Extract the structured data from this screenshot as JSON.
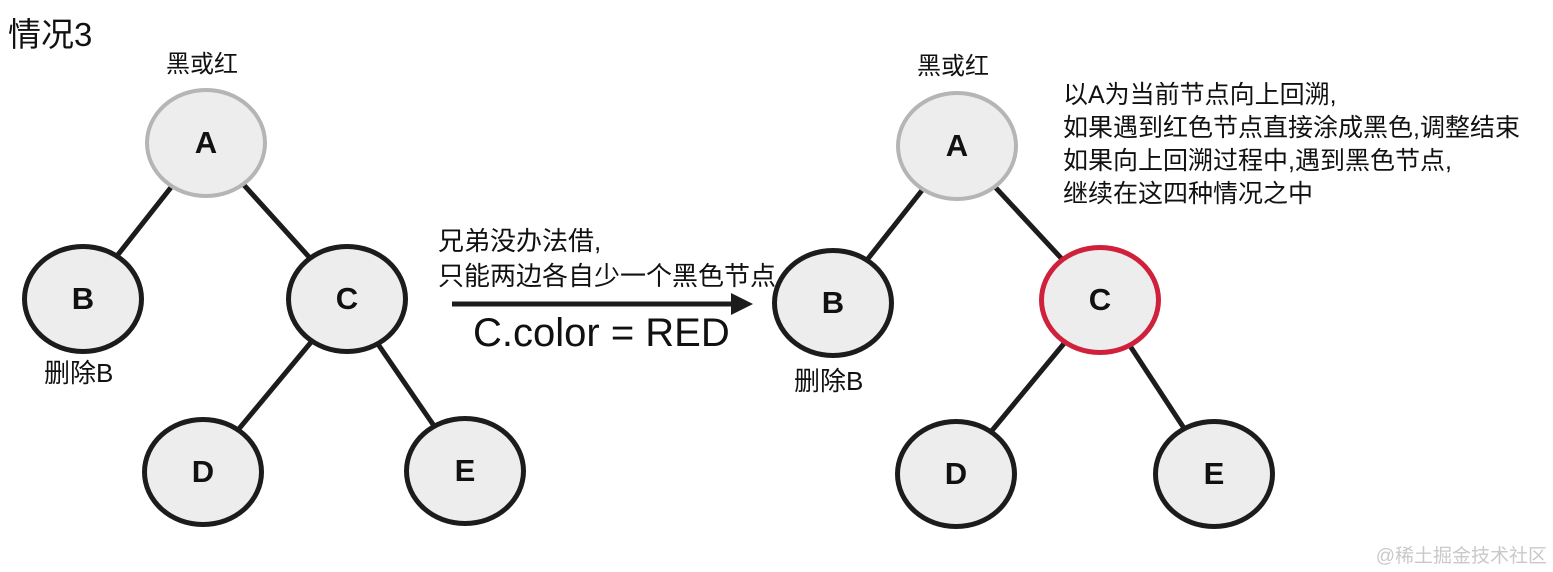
{
  "title": "情况3",
  "colors": {
    "node_fill": "#ededed",
    "black_border": "#1c1c1c",
    "gray_border": "#b5b5b5",
    "red_border": "#d0213c",
    "edge": "#1c1c1c",
    "watermark": "#c9c9c9"
  },
  "left_tree": {
    "top_label": "黑或红",
    "delete_label": "删除B",
    "nodes": {
      "a": "A",
      "b": "B",
      "c": "C",
      "d": "D",
      "e": "E"
    },
    "node_colors": {
      "a": "gray-or-red",
      "b": "black",
      "c": "black",
      "d": "black",
      "e": "black"
    }
  },
  "right_tree": {
    "top_label": "黑或红",
    "delete_label": "删除B",
    "nodes": {
      "a": "A",
      "b": "B",
      "c": "C",
      "d": "D",
      "e": "E"
    },
    "node_colors": {
      "a": "gray-or-red",
      "b": "black",
      "c": "red",
      "d": "black",
      "e": "black"
    }
  },
  "transition": {
    "note_line1": "兄弟没办法借,",
    "note_line2": "只能两边各自少一个黑色节点",
    "formula": "C.color = RED"
  },
  "annotation": {
    "lines": [
      "以A为当前节点向上回溯,",
      "如果遇到红色节点直接涂成黑色,调整结束",
      "如果向上回溯过程中,遇到黑色节点,",
      "继续在这四种情况之中"
    ]
  },
  "watermark": "@稀土掘金技术社区"
}
